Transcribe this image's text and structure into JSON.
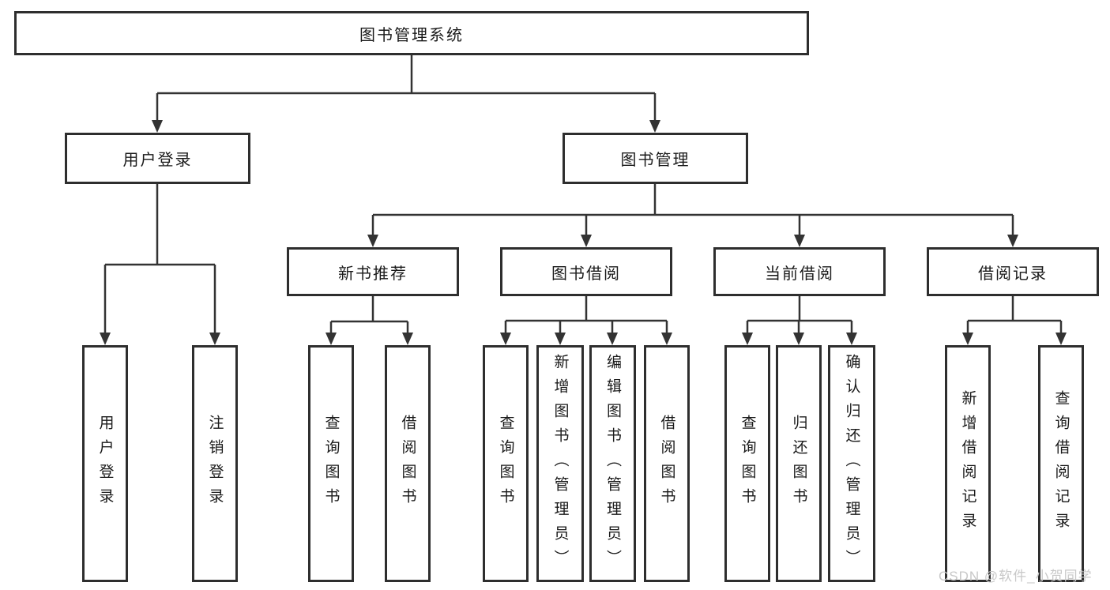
{
  "diagram": {
    "root": {
      "label": "图书管理系统"
    },
    "level2": [
      "用户登录",
      "图书管理"
    ],
    "level3": [
      "新书推荐",
      "图书借阅",
      "当前借阅",
      "借阅记录"
    ],
    "leaves": {
      "user_login": [
        "用户登录",
        "注销登录"
      ],
      "new_book_recommend": [
        "查询图书",
        "借阅图书"
      ],
      "book_borrowing": [
        "查询图书",
        "新增图书（管理员）",
        "编辑图书（管理员）",
        "借阅图书"
      ],
      "current_borrowing": [
        "查询图书",
        "归还图书",
        "确认归还（管理员）"
      ],
      "borrowing_records": [
        "新增借阅记录",
        "查询借阅记录"
      ]
    },
    "colors": {
      "line": "#333333",
      "box_border": "#2e2e2e",
      "text": "#1a1a1a",
      "background": "#ffffff"
    }
  },
  "watermark": {
    "text": "CSDN @软件_小贺同学",
    "color": "#c8c8c8"
  }
}
